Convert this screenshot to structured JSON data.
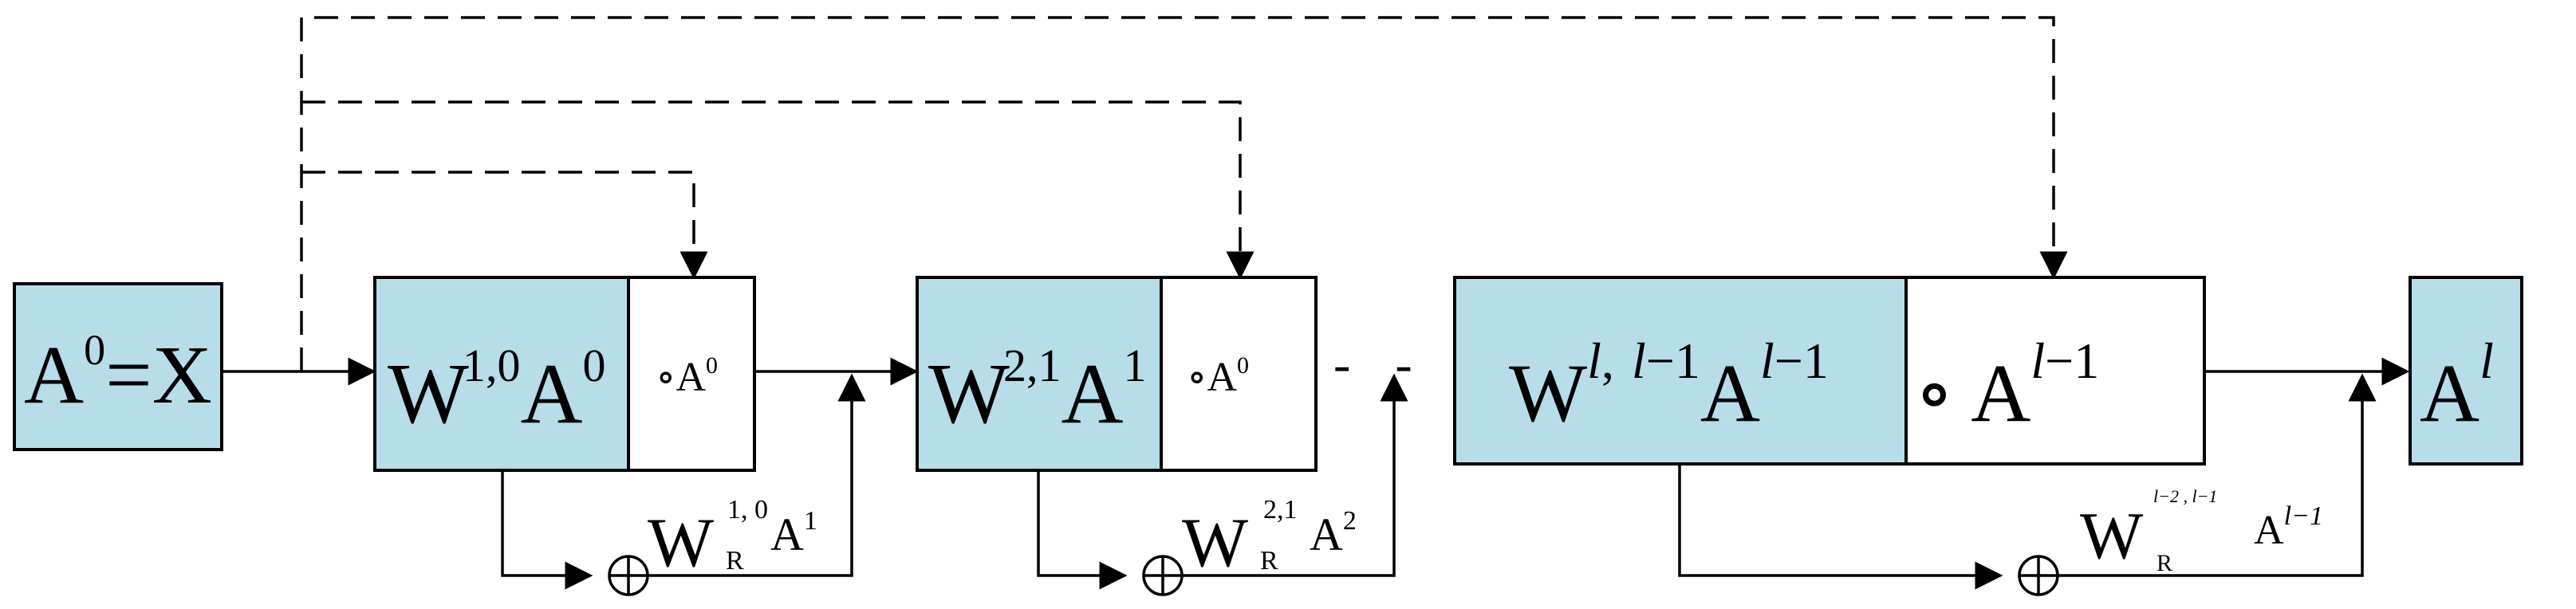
{
  "nodes": {
    "input": {
      "base": "A",
      "sup": "0",
      "rest": "=X"
    },
    "block1": {
      "w": "W",
      "w_sup": "1,0",
      "a": "A",
      "a_sup": "0",
      "hadamard": "∘A",
      "hadamard_sup": "0"
    },
    "block2": {
      "w": "W",
      "w_sup": "2,1",
      "a": "A",
      "a_sup": "1",
      "hadamard": "∘A",
      "hadamard_sup": "0"
    },
    "ellipsis": "- - -",
    "block_l": {
      "w": "W",
      "w_sup_l": "l",
      "w_sup_sep": ",",
      "w_sup_l2": "l",
      "w_sup_minus": "−1",
      "a": "A",
      "a_sup_l": "l",
      "a_sup_minus": "−1",
      "hadamard": "∘ A",
      "hadamard_sup_l": "l",
      "hadamard_sup_minus": "−1"
    },
    "output": {
      "base": "A",
      "sup": "l"
    }
  },
  "residuals": {
    "r1": {
      "w": "W",
      "sub": "R",
      "sup": "1, 0",
      "a": "A",
      "a_sup": "1"
    },
    "r2": {
      "w": "W",
      "sub": "R",
      "sup": "2,1",
      "a": "A",
      "a_sup": "2"
    },
    "rl": {
      "w": "W",
      "sub": "R",
      "sup": "l−2 , l−1",
      "a": "A",
      "a_sup": "l−1"
    }
  },
  "symbols": {
    "oplus": "⊕"
  },
  "colors": {
    "block_fill": "#b7dde9",
    "stroke": "#000000"
  }
}
